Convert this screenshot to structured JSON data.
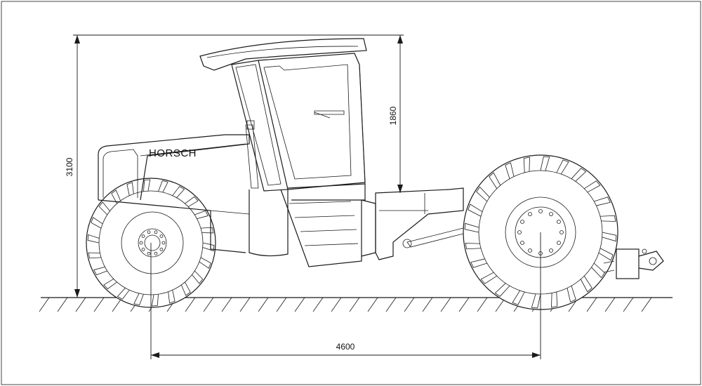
{
  "brand": {
    "text": "HORSCH"
  },
  "dimensions": {
    "overall_height": "3100",
    "cab_height": "1860",
    "wheelbase": "4600"
  },
  "colors": {
    "line": "#1a1a1a",
    "background": "#ffffff"
  }
}
